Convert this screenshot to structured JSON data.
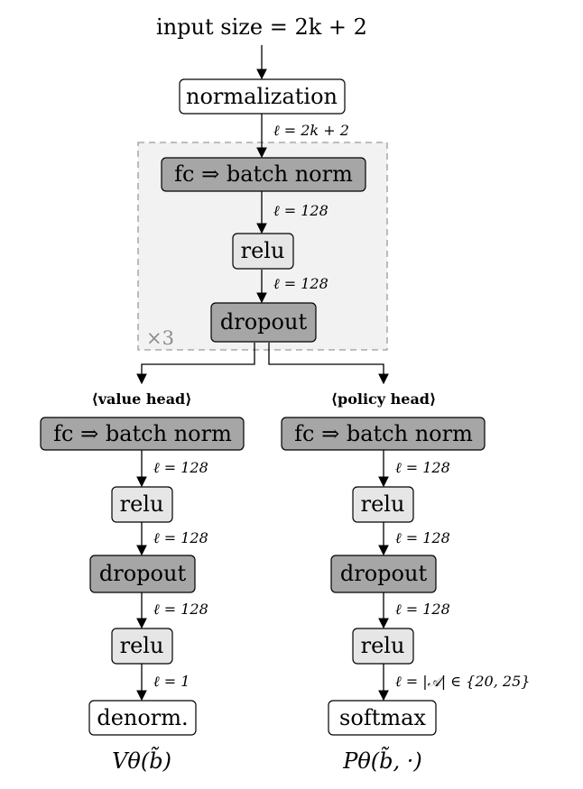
{
  "title": "input size = 2k + 2",
  "repeat_label": "×3",
  "nodes": {
    "normalization": "normalization",
    "fc_batch_norm": "fc ⇒ batch norm",
    "relu": "relu",
    "dropout": "dropout",
    "denorm": "denorm.",
    "softmax": "softmax"
  },
  "edges": {
    "l_input": "ℓ = 2k + 2",
    "l_128": "ℓ = 128",
    "l_1": "ℓ = 1",
    "l_actions": "ℓ = |𝒜| ∈ {20, 25}"
  },
  "heads": {
    "value": "⟨value head⟩",
    "policy": "⟨policy head⟩"
  },
  "outputs": {
    "value": "Vθ(b̃)",
    "policy": "Pθ(b̃, ·)"
  },
  "colors": {
    "dark_box": "#a6a6a6",
    "light_box": "#e6e6e6",
    "repeat_region": "#f2f2f2"
  }
}
